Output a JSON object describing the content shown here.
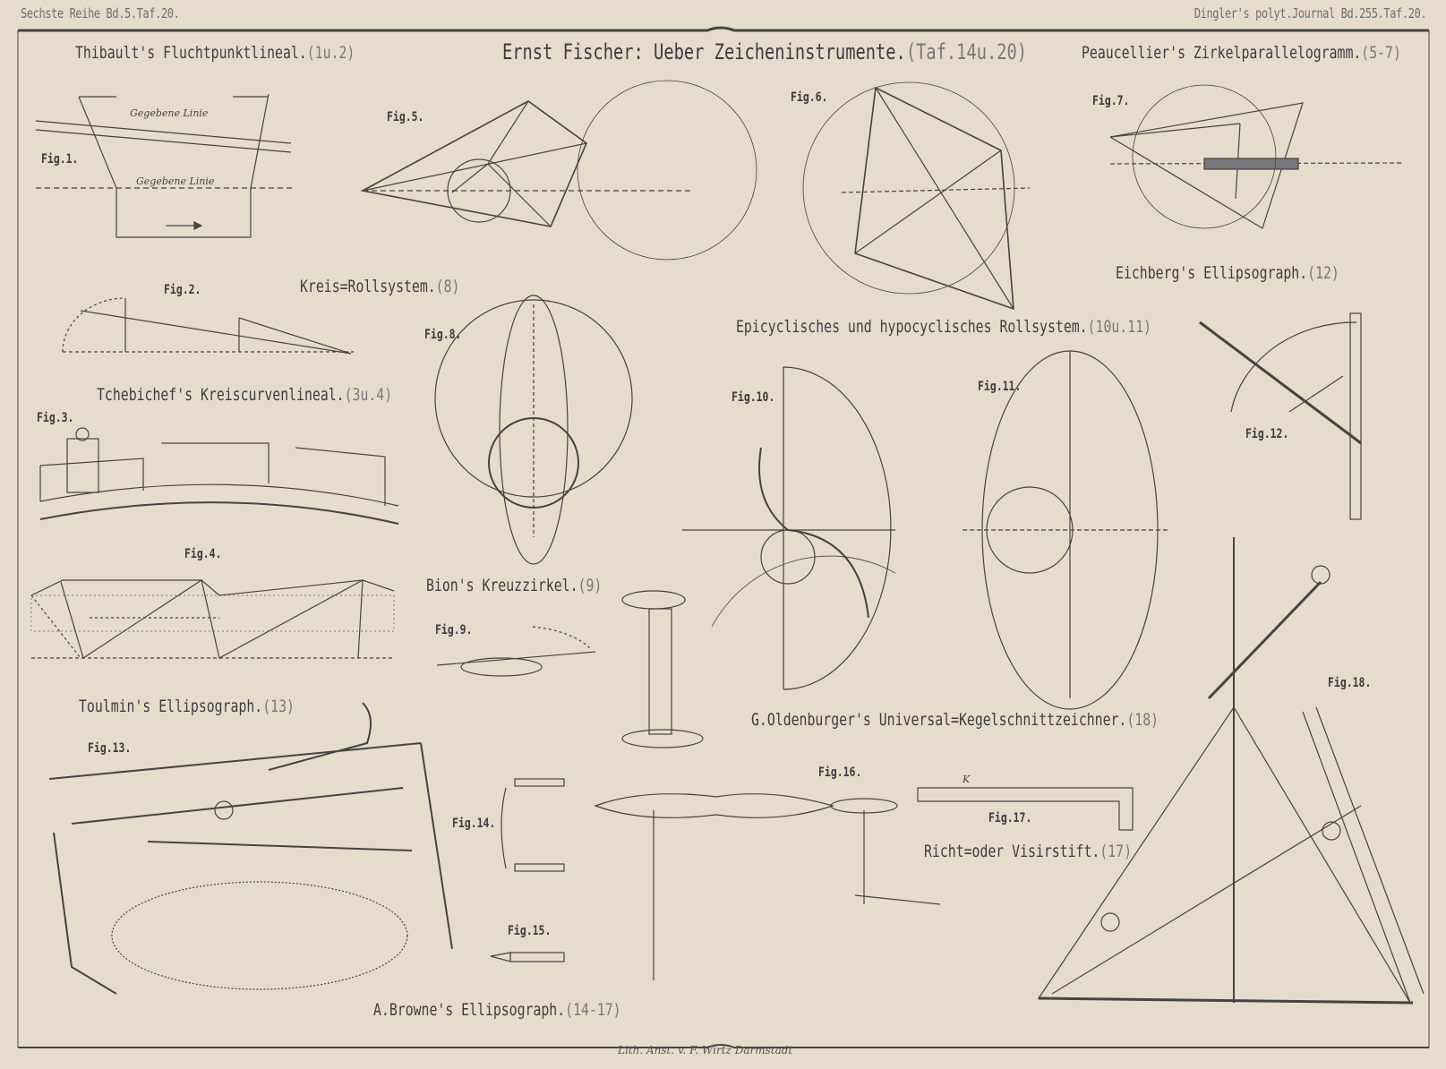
{
  "header": {
    "left": "Sechste Reihe Bd.5.Taf.20.",
    "right": "Dingler's polyt.Journal Bd.255.Taf.20."
  },
  "titles": {
    "thibault": {
      "text": "Thibault's Fluchtpunktlineal.",
      "ref": "(1u.2)"
    },
    "main": {
      "text": "Ernst Fischer: Ueber Zeicheninstrumente.",
      "ref": "(Taf.14u.20)"
    },
    "peaucellier": {
      "text": "Peaucellier's Zirkelparallelogramm.",
      "ref": "(5-7)"
    },
    "kreis": {
      "text": "Kreis=Rollsystem.",
      "ref": "(8)"
    },
    "eichberg": {
      "text": "Eichberg's Ellipsograph.",
      "ref": "(12)"
    },
    "epicycl": {
      "text": "Epicyclisches und hypocyclisches Rollsystem.",
      "ref": "(10u.11)"
    },
    "tchebichef": {
      "text": "Tchebichef's Kreiscurvenlineal.",
      "ref": "(3u.4)"
    },
    "bion": {
      "text": "Bion's Kreuzzirkel.",
      "ref": "(9)"
    },
    "toulmin": {
      "text": "Toulmin's Ellipsograph.",
      "ref": "(13)"
    },
    "oldenburger": {
      "text": "G.Oldenburger's Universal=Kegelschnittzeichner.",
      "ref": "(18)"
    },
    "richt": {
      "text": "Richt=oder Visirstift.",
      "ref": "(17)"
    },
    "browne": {
      "text": "A.Browne's Ellipsograph.",
      "ref": "(14-17)"
    }
  },
  "figures": [
    "Fig.1.",
    "Fig.2.",
    "Fig.3.",
    "Fig.4.",
    "Fig.5.",
    "Fig.6.",
    "Fig.7.",
    "Fig.8.",
    "Fig.9.",
    "Fig.10.",
    "Fig.11.",
    "Fig.12.",
    "Fig.13.",
    "Fig.14.",
    "Fig.15.",
    "Fig.16.",
    "Fig.17.",
    "Fig.18."
  ],
  "annotations": {
    "gegebene_linie": "Gegebene Linie"
  },
  "credit": "Lith. Anst. v. F. Wirtz Darmstadt"
}
